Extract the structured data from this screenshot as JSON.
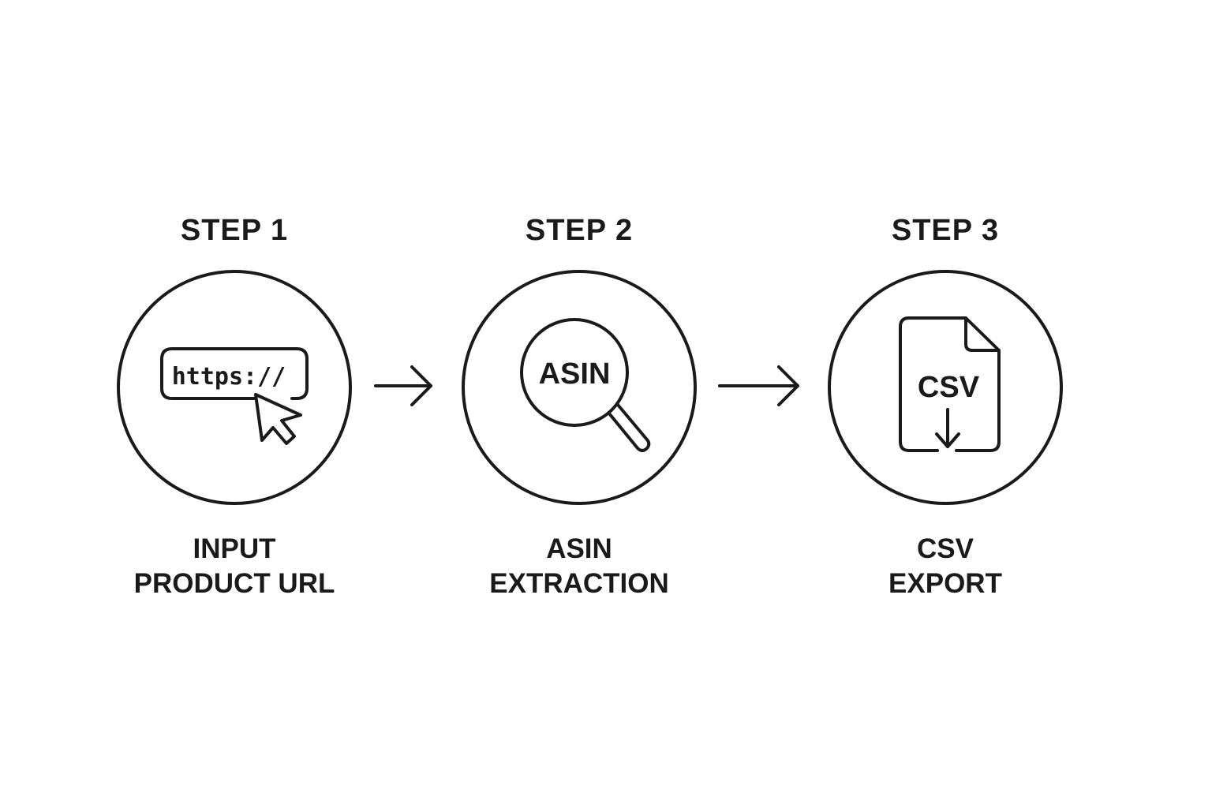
{
  "colors": {
    "ink": "#1a1a1a",
    "background": "#ffffff"
  },
  "steps": [
    {
      "title": "STEP 1",
      "caption_line1": "INPUT",
      "caption_line2": "PRODUCT URL",
      "icon": "url-bar-cursor-icon",
      "icon_text": "https://"
    },
    {
      "title": "STEP 2",
      "caption_line1": "ASIN",
      "caption_line2": "EXTRACTION",
      "icon": "magnifier-icon",
      "icon_text": "ASIN"
    },
    {
      "title": "STEP 3",
      "caption_line1": "CSV",
      "caption_line2": "EXPORT",
      "icon": "csv-file-download-icon",
      "icon_text": "CSV"
    }
  ],
  "connectors": [
    {
      "icon": "arrow-right-icon"
    },
    {
      "icon": "arrow-right-icon"
    }
  ]
}
